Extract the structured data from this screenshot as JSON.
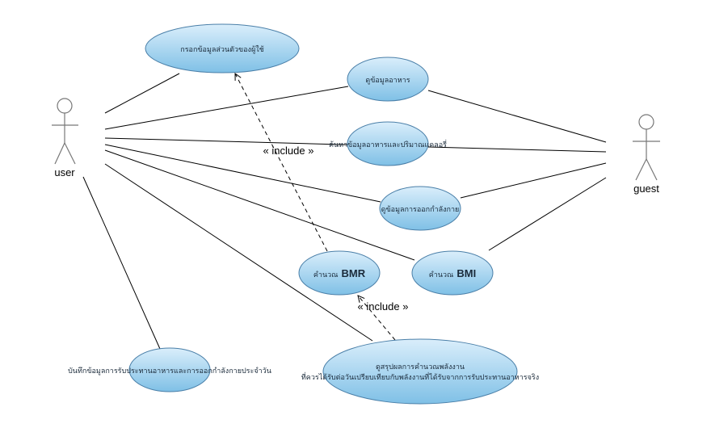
{
  "actors": {
    "user": {
      "label": "user"
    },
    "guest": {
      "label": "guest"
    }
  },
  "use_cases": {
    "uc_top": {
      "prefix": "กรอกข้อมูลส่วนตัวของผู้ใช้",
      "suffix": ""
    },
    "uc_2": {
      "prefix": "ดูข้อมูลอาหาร",
      "suffix": ""
    },
    "uc_3": {
      "prefix": "ค้นหาข้อมูลอาหารและปริมาณแคลอรี่",
      "suffix": ""
    },
    "uc_4": {
      "prefix": "ดูข้อมูลการออกกำลังกาย",
      "suffix": ""
    },
    "uc_bmr": {
      "prefix": "คำนวณ",
      "suffix": "BMR"
    },
    "uc_bmi": {
      "prefix": "คำนวณ",
      "suffix": "BMI"
    },
    "uc_bottom_left": {
      "prefix": "บันทึกข้อมูลการรับประทานอาหารและการออกกำลังกายประจำวัน",
      "suffix": ""
    },
    "uc_bottom_right": {
      "line1": "ดูสรุปผลการคำนวณพลังงาน",
      "line2": "ที่ควรได้รับต่อวันเปรียบเทียบกับพลังงานที่ได้รับจากการรับประทานอาหารจริง"
    }
  },
  "relations": {
    "include_1": "« include »",
    "include_2": "« include »"
  },
  "colors": {
    "ellipse_top": "#daeefb",
    "ellipse_bottom": "#7fc0e6",
    "ellipse_stroke": "#4a7fa8",
    "line": "#000000",
    "actor": "#777777"
  }
}
